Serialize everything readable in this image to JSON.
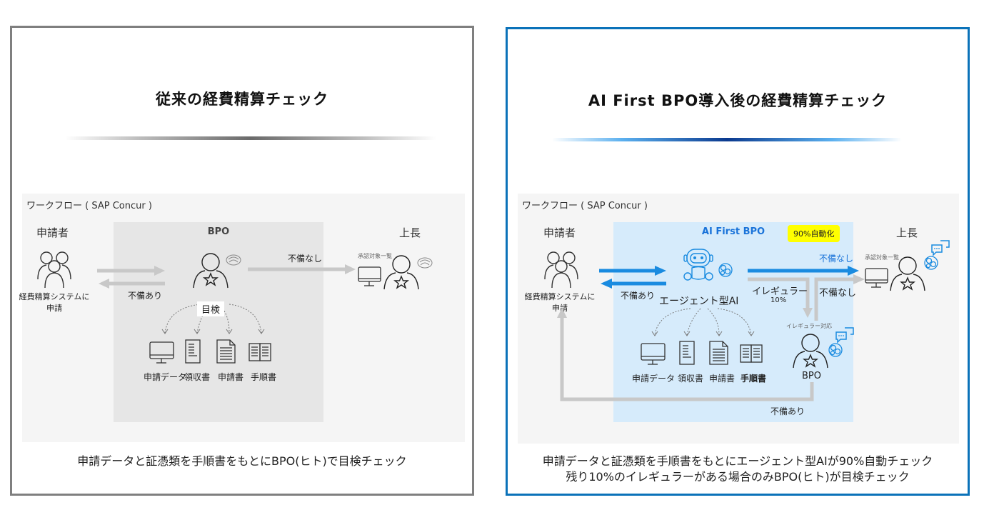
{
  "left_panel": {
    "title": "従来の経費精算チェック",
    "workflow_label": "ワークフロー ( SAP Concur )",
    "applicant": {
      "title": "申請者",
      "caption_line1": "経費精算システムに",
      "caption_line2": "申請"
    },
    "bpo_lane": {
      "title": "BPO",
      "inspection_label": "目検",
      "documents": [
        "申請データ",
        "領収書",
        "申請書",
        "手順書"
      ]
    },
    "arrow_labels": {
      "deficiency": "不備あり",
      "no_deficiency": "不備なし"
    },
    "supervisor": {
      "title": "上長",
      "screen_label": "承認対象一覧"
    },
    "caption": "申請データと証憑類を手順書をもとにBPO(ヒト)で目検チェック"
  },
  "right_panel": {
    "title": "AI First BPO導入後の経費精算チェック",
    "workflow_label": "ワークフロー ( SAP Concur )",
    "applicant": {
      "title": "申請者",
      "caption_line1": "経費精算システムに",
      "caption_line2": "申請"
    },
    "ai_lane": {
      "title": "AI First BPO",
      "badge": "90%自動化",
      "agent_label": "エージェント型AI",
      "documents": [
        "申請データ",
        "領収書",
        "申請書",
        "手順書"
      ]
    },
    "arrow_labels": {
      "deficiency": "不備あり",
      "no_deficiency_ai": "不備なし",
      "no_deficiency_bpo": "不備なし",
      "irregular": "イレギュラー",
      "irregular_pct": "10%",
      "bpo_deficiency": "不備あり"
    },
    "irregular_handler": {
      "label": "イレギュラー対応",
      "name": "BPO"
    },
    "supervisor": {
      "title": "上長",
      "screen_label": "承認対象一覧"
    },
    "caption_line1": "申請データと証憑類を手順書をもとにエージェント型AIが90%自動チェック",
    "caption_line2": "残り10%のイレギュラーがある場合のみBPO(ヒト)が目検チェック"
  },
  "colors": {
    "left_border": "#7f7f7f",
    "right_border": "#0b72b9",
    "accent_blue": "#1a8be0",
    "arrow_gray": "#c8c8c8",
    "badge_yellow": "#ffff00"
  }
}
